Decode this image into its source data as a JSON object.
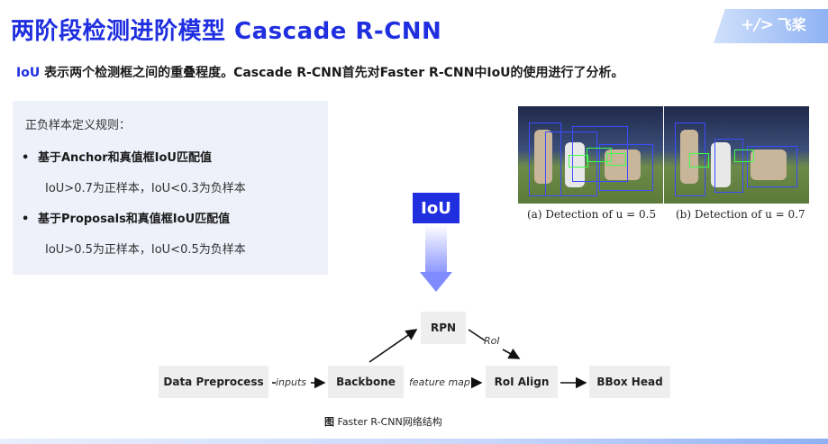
{
  "slide": {
    "title": "两阶段检测进阶模型 Cascade R-CNN",
    "logo": {
      "mark": "+/>",
      "text": "飞桨"
    },
    "subtitle_highlight": "IoU",
    "subtitle_rest": " 表示两个检测框之间的重叠程度。Cascade R-CNN首先对Faster R-CNN中IoU的使用进行了分析。"
  },
  "rules": {
    "heading": "正负样本定义规则：",
    "items": [
      {
        "bullet": "•",
        "label": "基于Anchor和真值框IoU匹配值",
        "detail": "IoU>0.7为正样本，IoU<0.3为负样本"
      },
      {
        "bullet": "•",
        "label": "基于Proposals和真值框IoU匹配值",
        "detail": "IoU>0.5为正样本，IoU<0.5为负样本"
      }
    ]
  },
  "detections": {
    "a_caption": "(a) Detection of u = 0.5",
    "b_caption": "(b) Detection of u = 0.7"
  },
  "iou_badge": "IoU",
  "diagram": {
    "nodes": {
      "data_preprocess": "Data Preprocess",
      "backbone": "Backbone",
      "rpn": "RPN",
      "roi_align": "RoI Align",
      "bbox_head": "BBox Head"
    },
    "edges": {
      "inputs": "inputs",
      "feature_map": "feature map",
      "roi": "RoI"
    },
    "caption_prefix": "图",
    "caption_text": " Faster R-CNN网络结构"
  },
  "colors": {
    "accent": "#1f2fe0",
    "node_bg": "#eeeeee",
    "panel_bg": "#eef0fa"
  }
}
